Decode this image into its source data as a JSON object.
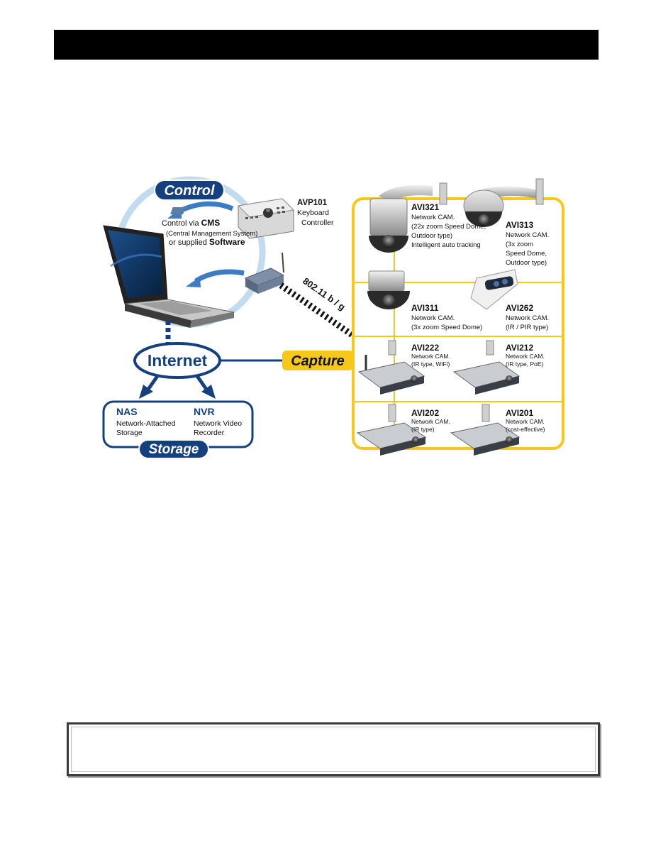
{
  "labels": {
    "control": "Control",
    "capture": "Capture",
    "internet": "Internet",
    "storage": "Storage",
    "wifi": "802.11 b / g"
  },
  "keyboard": {
    "model": "AVP101",
    "line1": "Keyboard",
    "line2": "Controller"
  },
  "cms": {
    "line1_pre": "Control via ",
    "line1_bold": "CMS",
    "line2": "(Central Management System)",
    "line3_pre": "or supplied ",
    "line3_bold": "Software"
  },
  "storage_items": [
    {
      "title": "NAS",
      "line1": "Network-Attached",
      "line2": "Storage"
    },
    {
      "title": "NVR",
      "line1": "Network Video",
      "line2": "Recorder"
    }
  ],
  "cameras": [
    {
      "model": "AVI321",
      "lines": [
        "Network CAM.",
        "(22x zoom Speed Dome,",
        "Outdoor type)",
        "Intelligent auto tracking"
      ]
    },
    {
      "model": "AVI313",
      "lines": [
        "Network CAM.",
        "(3x zoom",
        "Speed Dome,",
        "Outdoor type)"
      ]
    },
    {
      "model": "AVI311",
      "lines": [
        "Network CAM.",
        "(3x zoom Speed Dome)"
      ]
    },
    {
      "model": "AVI262",
      "lines": [
        "Network CAM.",
        "(IR / PIR type)"
      ]
    },
    {
      "model": "AVI222",
      "lines": [
        "Network CAM.",
        "(IR type, WiFi)"
      ]
    },
    {
      "model": "AVI212",
      "lines": [
        "Network CAM.",
        "(IR type, PoE)"
      ]
    },
    {
      "model": "AVI202",
      "lines": [
        "Network CAM.",
        "(IR type)"
      ]
    },
    {
      "model": "AVI201",
      "lines": [
        "Network CAM.",
        "(cost-effective)"
      ]
    }
  ],
  "colors": {
    "navy": "#15407f",
    "yellow": "#f6c81c",
    "circle": "#b9d5ec",
    "arrow": "#3d7cc4"
  }
}
